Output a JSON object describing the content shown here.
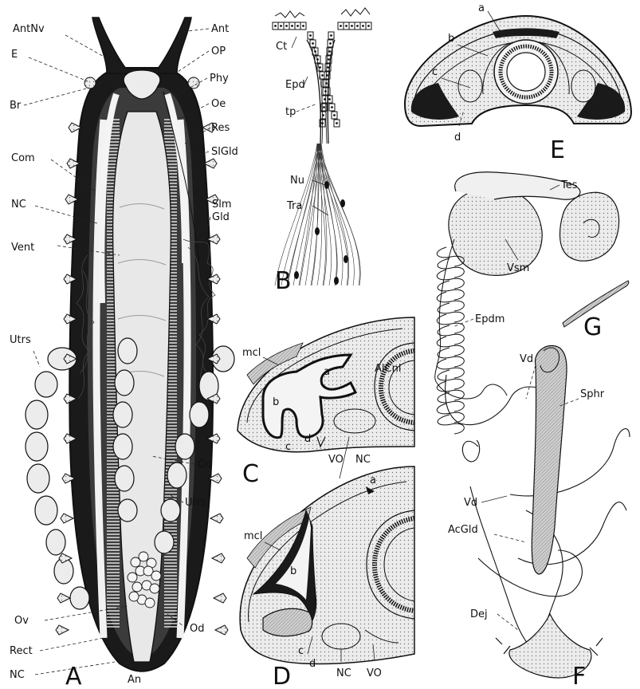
{
  "panels": {
    "A": {
      "letter": "A",
      "labels_left": [
        "AntNv",
        "E",
        "Br",
        "Com",
        "NC",
        "Vent",
        "Utrs",
        "Ov",
        "Rect",
        "NC"
      ],
      "labels_right": [
        "Ant",
        "OP",
        "Phy",
        "Oe",
        "Res",
        "SlGld",
        "Slm",
        "Gld",
        "Od",
        "Utrs",
        "Od"
      ],
      "label_bottom": "An"
    },
    "B": {
      "letter": "B",
      "labels": [
        "Ct",
        "Epd",
        "tp",
        "Nu",
        "Tra"
      ]
    },
    "C": {
      "letter": "C",
      "labels": [
        "mcl",
        "a",
        "AlCnl",
        "b",
        "c",
        "d",
        "VO",
        "NC"
      ]
    },
    "D": {
      "letter": "D",
      "labels": [
        "a",
        "mcl",
        "b",
        "c",
        "d",
        "NC",
        "VO"
      ]
    },
    "E": {
      "letter": "E",
      "labels": [
        "a",
        "b",
        "c",
        "d"
      ]
    },
    "F": {
      "letter": "F",
      "labels": [
        "Tes",
        "Vsm",
        "Epdm",
        "Vd",
        "Sphr",
        "Vd",
        "AcGld",
        "Dej"
      ]
    },
    "G": {
      "letter": "G"
    }
  },
  "colors": {
    "ink": "#111111",
    "dark_fill": "#1a1a1a",
    "light_fill": "#e6e6e6",
    "mid_fill": "#9a9a9a",
    "paper": "#ffffff"
  }
}
